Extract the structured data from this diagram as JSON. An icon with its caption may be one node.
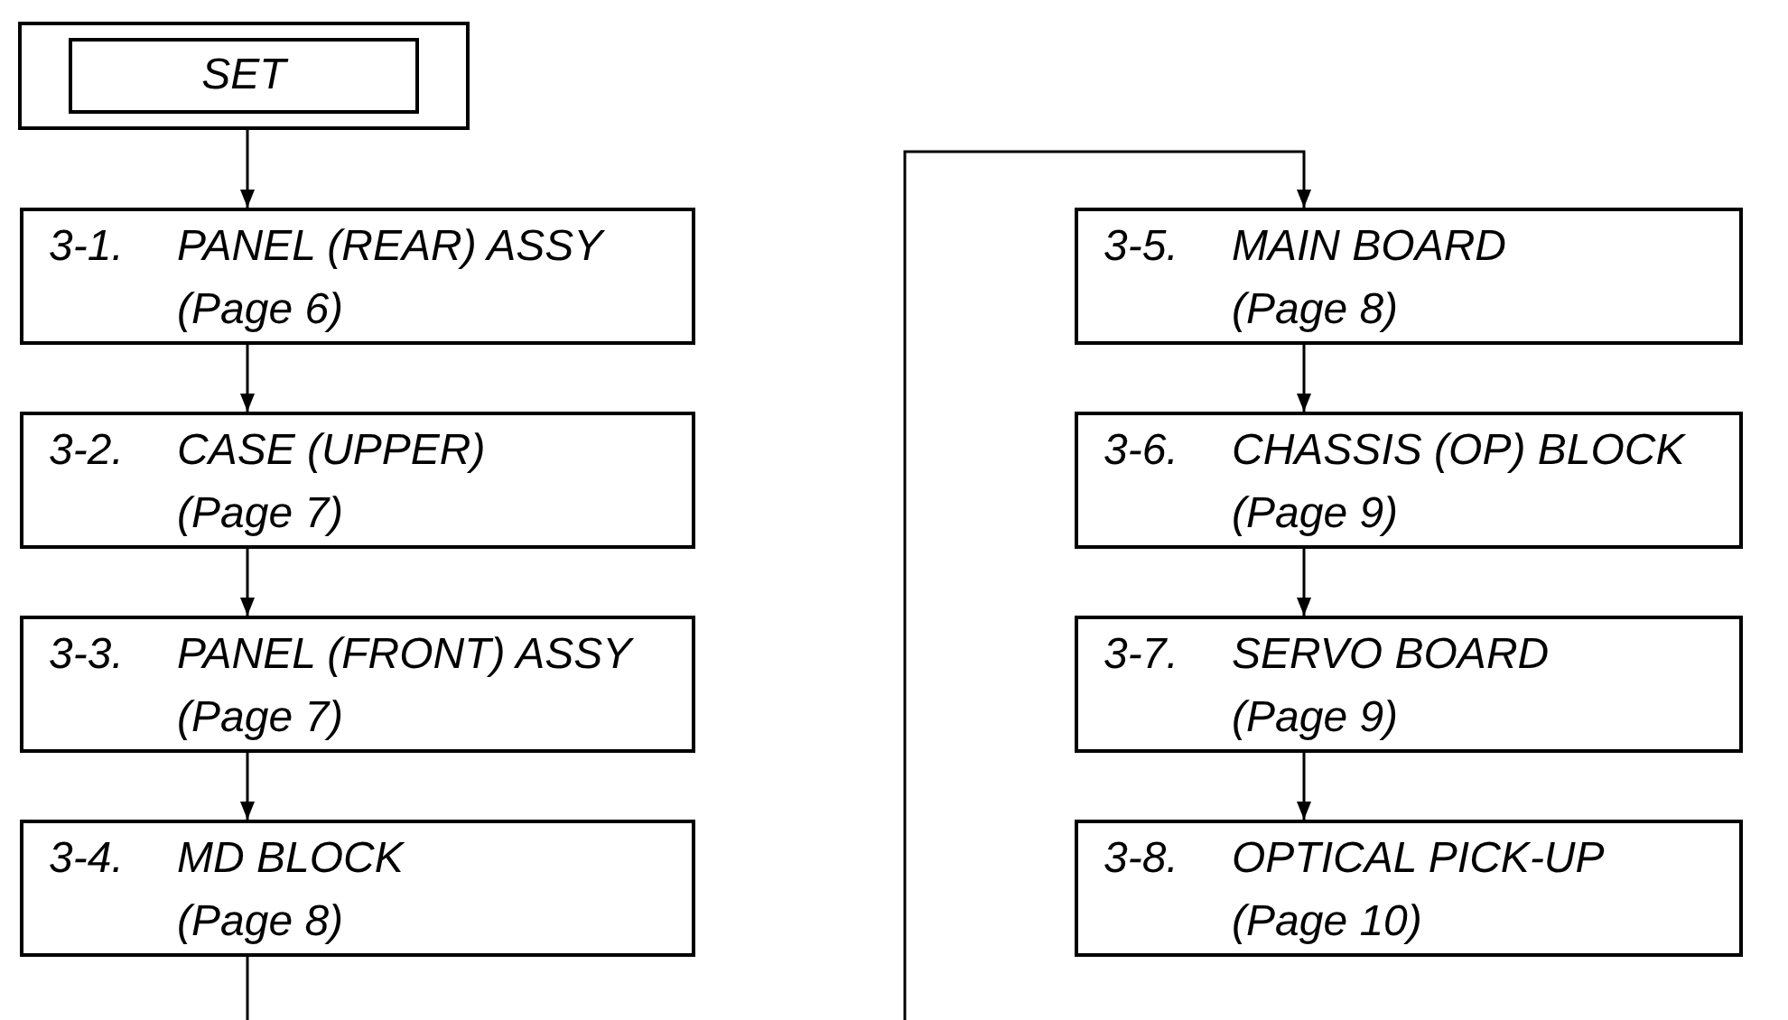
{
  "diagram": {
    "nodes": [
      {
        "text": [
          "SET"
        ]
      },
      {
        "text": [
          "3-1.",
          "PANEL (REAR) ASSY",
          "(Page 6)"
        ]
      },
      {
        "text": [
          "3-2.",
          "CASE (UPPER)",
          "(Page 7)"
        ]
      },
      {
        "text": [
          "3-3.",
          "PANEL (FRONT) ASSY",
          "(Page 7)"
        ]
      },
      {
        "text": [
          "3-4.",
          "MD BLOCK",
          "(Page 8)"
        ]
      },
      {
        "text": [
          "3-5.",
          "MAIN BOARD",
          "(Page 8)"
        ]
      },
      {
        "text": [
          "3-6.",
          "CHASSIS (OP) BLOCK",
          "(Page 9)"
        ]
      },
      {
        "text": [
          "3-7.",
          "SERVO BOARD",
          "(Page 9)"
        ]
      },
      {
        "text": [
          "3-8.",
          "OPTICAL PICK-UP",
          "(Page 10)"
        ]
      }
    ],
    "edges": [
      {
        "from": 0,
        "to": 1,
        "arrow": "to"
      },
      {
        "from": 1,
        "to": 2,
        "arrow": "to"
      },
      {
        "from": 2,
        "to": 3,
        "arrow": "to"
      },
      {
        "from": 3,
        "to": 4,
        "arrow": "to"
      },
      {
        "from": 4,
        "to": null,
        "arrow": "none"
      },
      {
        "from": null,
        "to": 5,
        "arrow": "to"
      },
      {
        "from": 5,
        "to": 6,
        "arrow": "to"
      },
      {
        "from": 6,
        "to": 7,
        "arrow": "to"
      },
      {
        "from": 7,
        "to": 8,
        "arrow": "to"
      }
    ]
  }
}
